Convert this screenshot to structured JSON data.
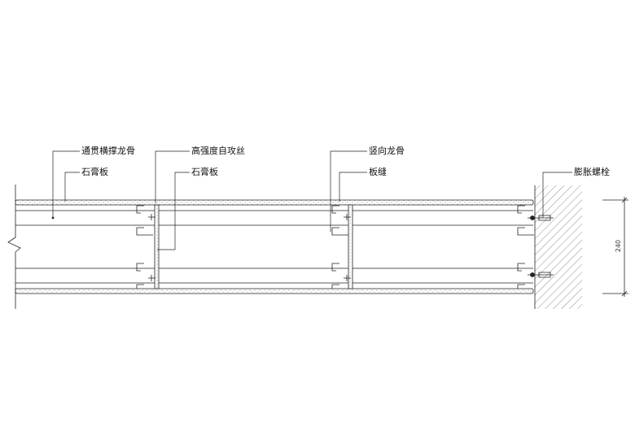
{
  "labels": {
    "through_stud": "通贯横撑龙骨",
    "gypsum_board_left": "石膏板",
    "self_tapping_screw": "高强度自攻丝",
    "gypsum_board_mid": "石膏板",
    "vertical_stud": "竖向龙骨",
    "board_joint": "板缝",
    "expansion_bolt": "膨胀螺栓"
  },
  "dimension": {
    "wall_thickness": "240"
  }
}
